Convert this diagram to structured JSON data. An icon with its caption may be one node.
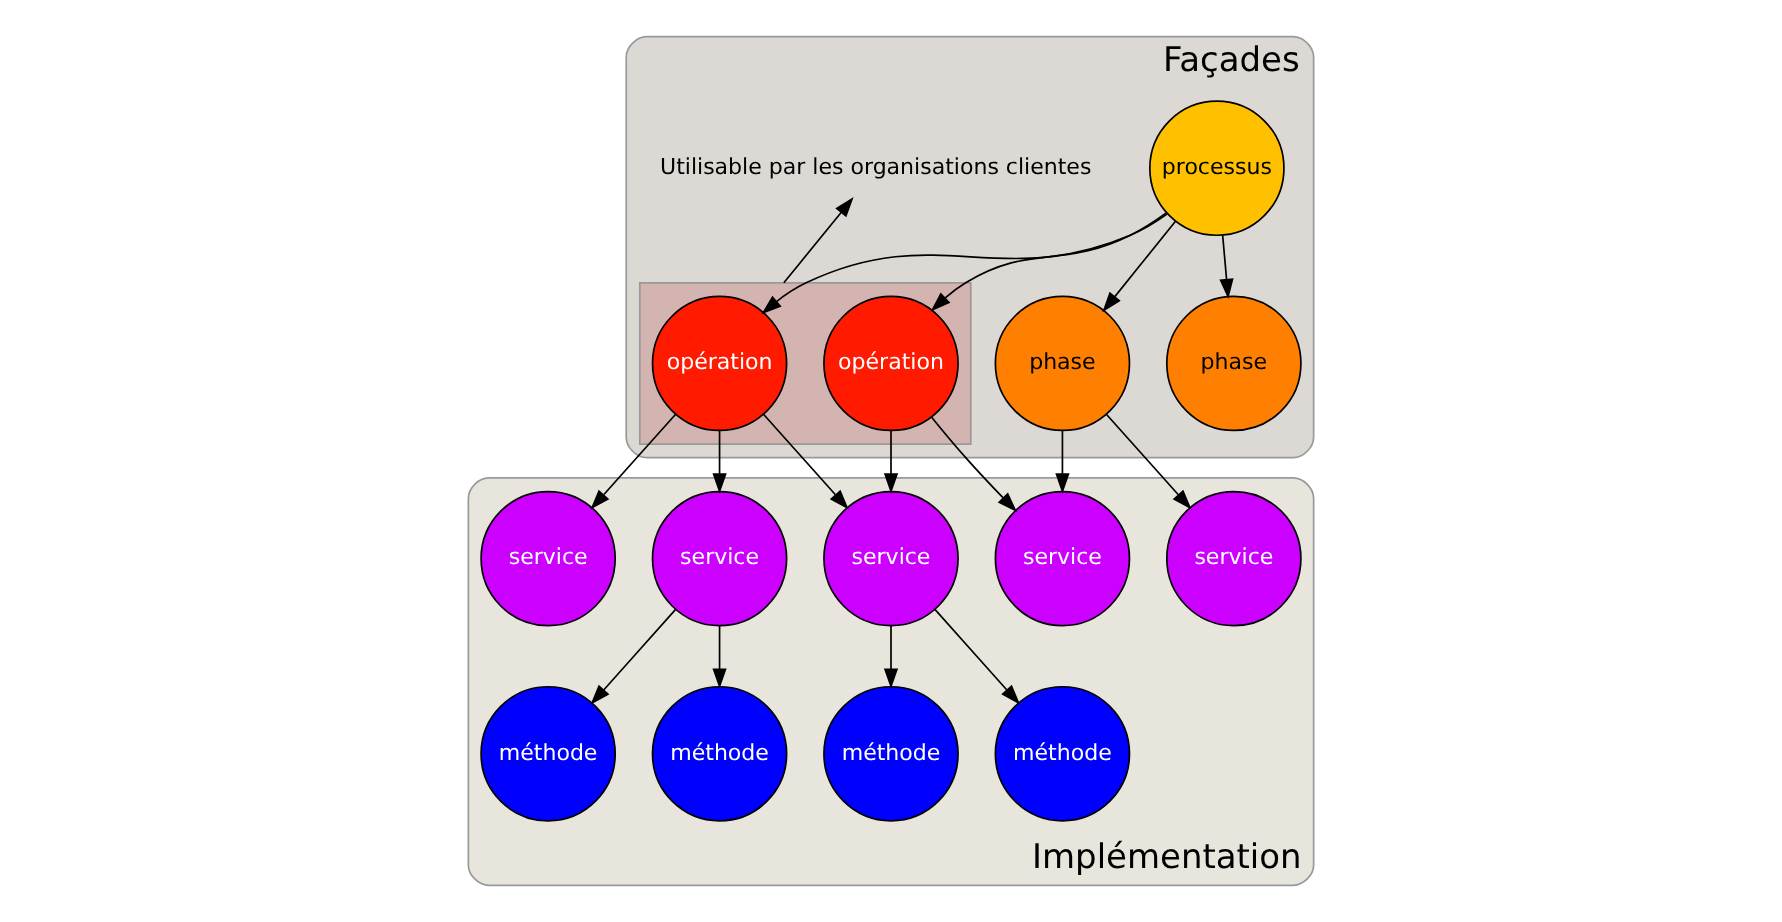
{
  "diagram": {
    "nodes": [
      {
        "text": [
          "Façades"
        ]
      },
      {
        "text": [
          "Implémentation"
        ]
      },
      {
        "text": [],
        "shape": "box",
        "in": 0
      },
      {
        "text": [
          "processus"
        ],
        "in": 0
      },
      {
        "text": [
          "opération"
        ],
        "in": 2
      },
      {
        "text": [
          "opération"
        ],
        "in": 2
      },
      {
        "text": [
          "phase"
        ],
        "in": 0
      },
      {
        "text": [
          "phase"
        ],
        "in": 0
      },
      {
        "text": [
          "service"
        ],
        "in": 1
      },
      {
        "text": [
          "service"
        ],
        "in": 1
      },
      {
        "text": [
          "service"
        ],
        "in": 1
      },
      {
        "text": [
          "service"
        ],
        "in": 1
      },
      {
        "text": [
          "service"
        ],
        "in": 1
      },
      {
        "text": [
          "méthode"
        ],
        "in": 1
      },
      {
        "text": [
          "méthode"
        ],
        "in": 1
      },
      {
        "text": [
          "méthode"
        ],
        "in": 1
      },
      {
        "text": [
          "méthode"
        ],
        "in": 1
      },
      {
        "text": [
          "Utilisable par les organisations clientes"
        ],
        "in": 0
      }
    ],
    "edges": [
      {
        "from": 3,
        "to": 4,
        "arrow": "to"
      },
      {
        "from": 3,
        "to": 5,
        "arrow": "to"
      },
      {
        "from": 3,
        "to": 6,
        "arrow": "to"
      },
      {
        "from": 3,
        "to": 7,
        "arrow": "to"
      },
      {
        "from": 2,
        "to": 17,
        "arrow": "to"
      },
      {
        "from": 4,
        "to": 8,
        "arrow": "to"
      },
      {
        "from": 4,
        "to": 9,
        "arrow": "to"
      },
      {
        "from": 4,
        "to": 10,
        "arrow": "to"
      },
      {
        "from": 5,
        "to": 10,
        "arrow": "to"
      },
      {
        "from": 5,
        "to": 11,
        "arrow": "to"
      },
      {
        "from": 6,
        "to": 11,
        "arrow": "to"
      },
      {
        "from": 6,
        "to": 12,
        "arrow": "to"
      },
      {
        "from": 8,
        "to": 13,
        "arrow": "to"
      },
      {
        "from": 8,
        "to": 14,
        "arrow": "to"
      },
      {
        "from": 10,
        "to": 15,
        "arrow": "to"
      },
      {
        "from": 10,
        "to": 16,
        "arrow": "to"
      }
    ]
  }
}
